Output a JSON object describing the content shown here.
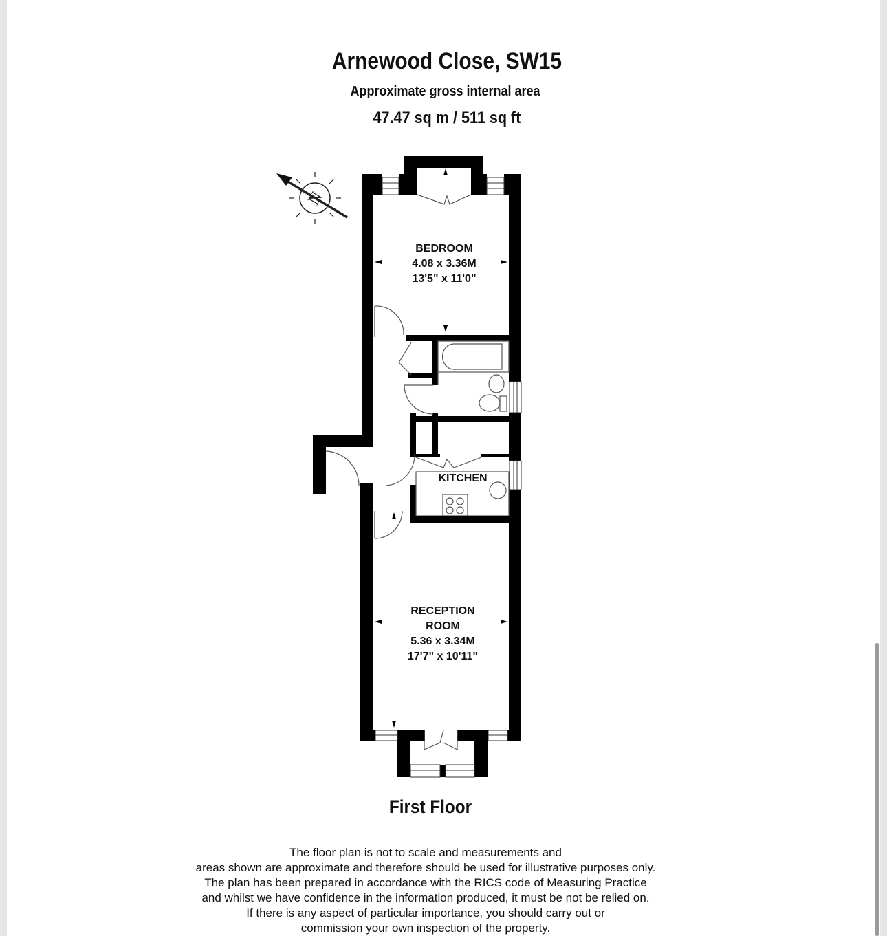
{
  "header": {
    "title": "Arnewood Close, SW15",
    "subtitle": "Approximate gross internal area",
    "area": "47.47 sq m /  511 sq ft"
  },
  "rooms": [
    {
      "name": "BEDROOM",
      "metric": "4.08 x 3.36M",
      "imperial": "13'5\" x 11'0\""
    },
    {
      "name": "KITCHEN"
    },
    {
      "name_line1": "RECEPTION",
      "name_line2": "ROOM",
      "metric": "5.36 x 3.34M",
      "imperial": "17'7\" x 10'11\""
    }
  ],
  "compass": {
    "label": "N"
  },
  "floor_label": "First Floor",
  "disclaimer": [
    "The floor plan is not to scale and measurements and",
    "areas shown are approximate and therefore should be used for illustrative purposes only.",
    "The plan has been prepared in accordance with the RICS code of Measuring Practice",
    "and whilst we have confidence in the information produced, it must be not be relied on.",
    "If there is any aspect of particular importance, you should carry out or",
    "commission your own inspection of the property."
  ]
}
